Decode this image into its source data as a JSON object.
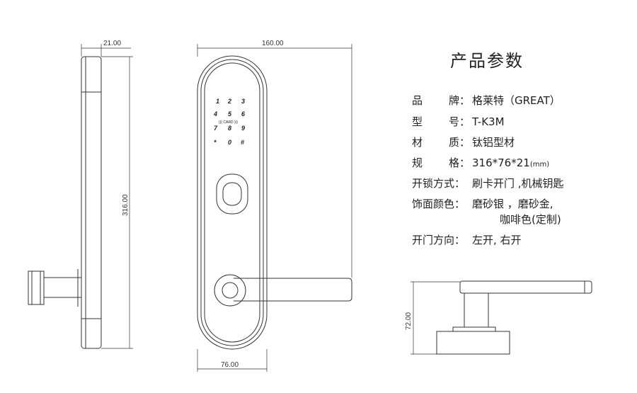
{
  "dimensions": {
    "side_thickness": "21.00",
    "height": "316.00",
    "lever_length": "160.00",
    "width": "76.00",
    "lever_height": "72.00"
  },
  "keypad": {
    "keys": [
      "1",
      "2",
      "3",
      "4",
      "5",
      "6",
      "7",
      "8",
      "9",
      "*",
      "0",
      "#"
    ],
    "card_label": "((( CARD )))"
  },
  "specs": {
    "title": "产品参数",
    "rows": [
      {
        "label_a": "品",
        "label_b": "牌：",
        "value": "格莱特（GREAT）"
      },
      {
        "label_a": "型",
        "label_b": "号：",
        "value": "T-K3M"
      },
      {
        "label_a": "材",
        "label_b": "质：",
        "value": "钛铝型材"
      },
      {
        "label_a": "规",
        "label_b": "格：",
        "value": "316*76*21",
        "unit": "(mm)"
      },
      {
        "label": "开锁方式：",
        "value": "刷卡开门 ,机械钥匙"
      },
      {
        "label": "饰面颜色：",
        "value": "磨砂银 ，磨砂金,",
        "value2": "咖啡色(定制)"
      },
      {
        "label": "开门方向：",
        "value": "左开, 右开"
      }
    ]
  }
}
